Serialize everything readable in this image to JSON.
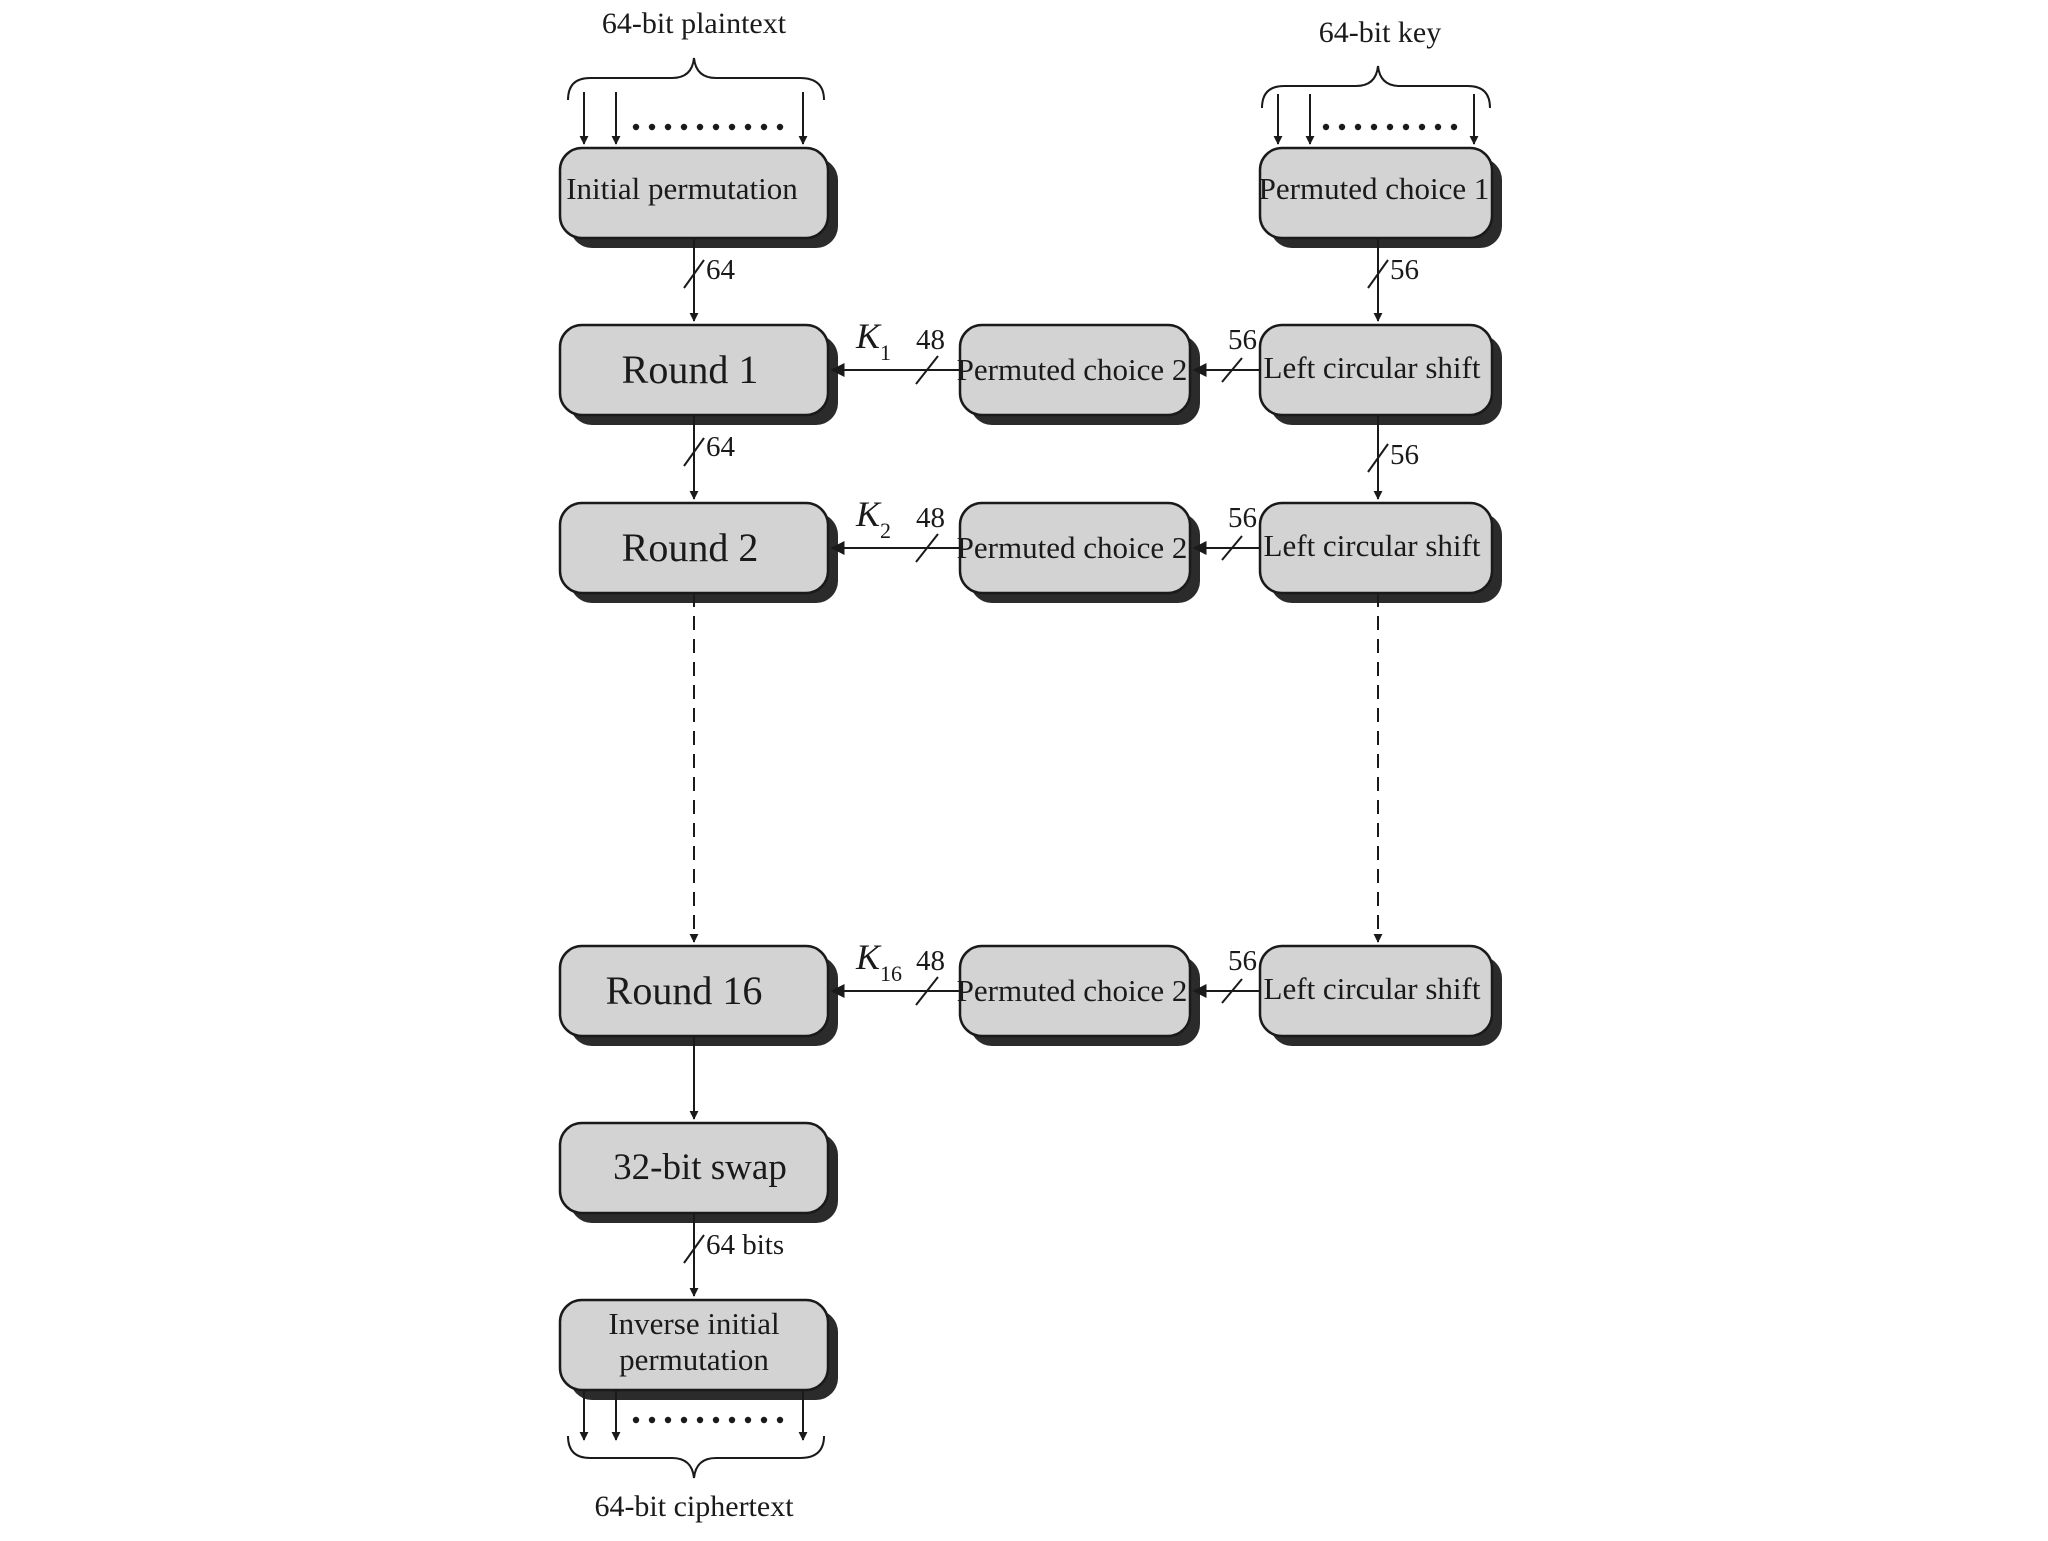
{
  "io_labels": {
    "plaintext": "64-bit plaintext",
    "key": "64-bit key",
    "ciphertext": "64-bit ciphertext"
  },
  "blocks": {
    "initial_permutation": "Initial permutation",
    "permuted_choice_1": "Permuted choice 1",
    "round_1": "Round 1",
    "round_2": "Round 2",
    "round_16": "Round 16",
    "swap": "32-bit swap",
    "inverse_initial_permutation_line1": "Inverse initial",
    "inverse_initial_permutation_line2": "permutation",
    "permuted_choice_2": "Permuted choice 2",
    "left_circular_shift": "Left circular shift"
  },
  "bus_widths": {
    "ip_to_round1": "64",
    "round1_to_round2": "64",
    "swap_to_inverse": "64 bits",
    "pc1_to_shift": "56",
    "shift1_to_shift2": "56",
    "shift_to_pc2": "56",
    "pc2_to_round": "48"
  },
  "subkeys": [
    {
      "letter": "K",
      "sub": "1"
    },
    {
      "letter": "K",
      "sub": "2"
    },
    {
      "letter": "K",
      "sub": "16"
    }
  ],
  "colors": {
    "box_fill": "#d3d3d3",
    "shadow": "#2b2b2b",
    "line": "#1a1a1a",
    "background": "#ffffff"
  }
}
